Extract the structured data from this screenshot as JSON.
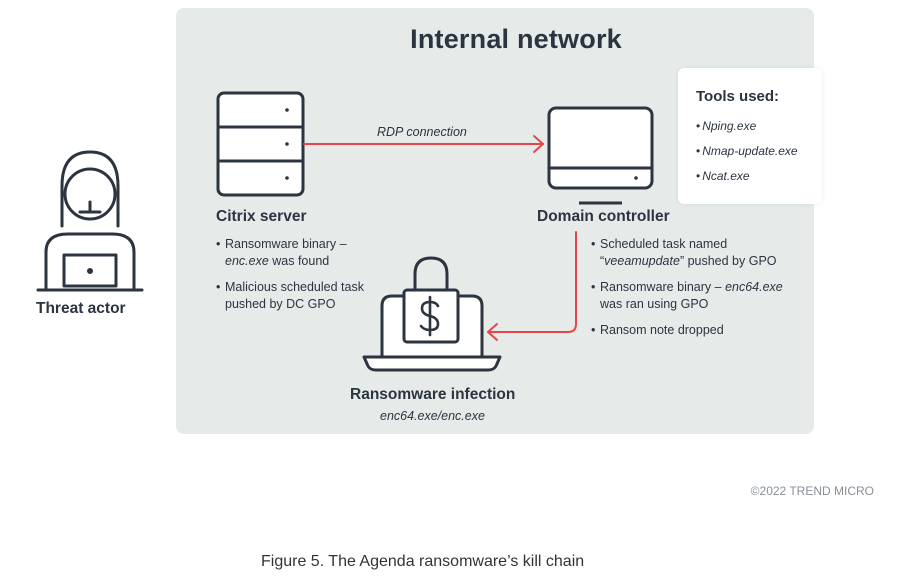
{
  "diagram": {
    "title": "Internal network",
    "threat_actor": {
      "label": "Threat actor"
    },
    "citrix_server": {
      "label": "Citrix server",
      "notes": [
        {
          "line1": "Ransomware binary –",
          "line2": "enc.exe",
          "line2_suffix": " was found"
        },
        {
          "line1": "Malicious scheduled task",
          "line2": "pushed by DC GPO"
        }
      ]
    },
    "rdp_connection": {
      "label": "RDP connection"
    },
    "domain_controller": {
      "label": "Domain controller",
      "notes": [
        {
          "line1": "Scheduled task named",
          "line2_prefix": "“",
          "line2_italic": "veeamupdate",
          "line2_suffix": "” pushed by GPO"
        },
        {
          "line1_prefix": "Ransomware binary – ",
          "line1_italic": "enc64.exe",
          "line2": "was ran using GPO"
        },
        {
          "line1": "Ransom note dropped"
        }
      ]
    },
    "tools": {
      "heading": "Tools used:",
      "items": [
        "Nping.exe",
        "Nmap-update.exe",
        "Ncat.exe"
      ]
    },
    "ransomware_infection": {
      "label": "Ransomware infection",
      "sublabel": "enc64.exe/enc.exe"
    },
    "copyright": "©2022 TREND MICRO",
    "colors": {
      "panel": "#e6ebea",
      "arrow": "#e8454a",
      "ink": "#2c3440"
    }
  },
  "caption": "Figure 5. The Agenda ransomware’s kill chain"
}
